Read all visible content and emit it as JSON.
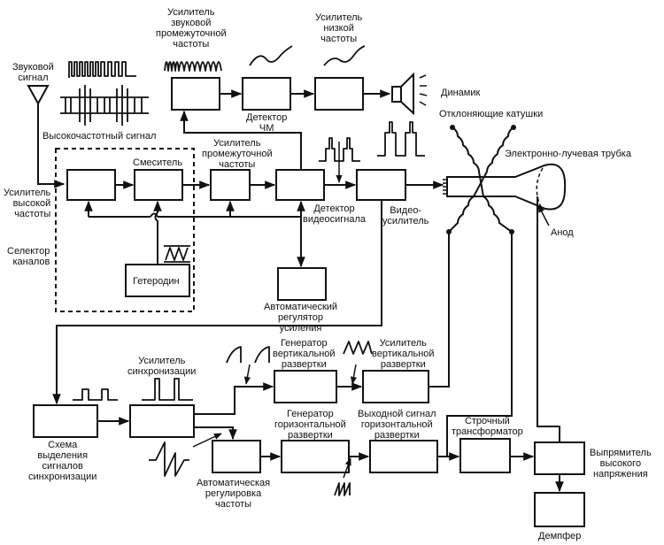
{
  "title": "Структурная схема телевизионного приёмника",
  "labels": {
    "sound_signal": [
      "Звуковой",
      "сигнал"
    ],
    "hf_signal": "Высокочастотный сигнал",
    "sound_if_amp": [
      "Усилитель",
      "звуковой",
      "промежуточной",
      "частоты"
    ],
    "fm_detector": [
      "Детектор",
      "ЧМ"
    ],
    "lf_amp": [
      "Усилитель",
      "низкой",
      "частоты"
    ],
    "speaker": "Динамик",
    "deflection_coils": "Отклоняющие катушки",
    "crt": "Электронно-лучевая трубка",
    "anode": "Анод",
    "mixer": "Смеситель",
    "if_amp": [
      "Усилитель",
      "промежуточной",
      "частоты"
    ],
    "video_detector": [
      "Детектор",
      "видеосигнала"
    ],
    "video_amp": [
      "Видео-",
      "усилитель"
    ],
    "hf_amp": [
      "Усилитель",
      "высокой",
      "частоты"
    ],
    "channel_selector": [
      "Селектор",
      "каналов"
    ],
    "local_oscillator": "Гетеродин",
    "agc": [
      "Автоматический",
      "регулятор",
      "усиления"
    ],
    "sync_amp": [
      "Усилитель",
      "синхронизации"
    ],
    "sync_separator": [
      "Схема",
      "выделения",
      "сигналов",
      "синхронизации"
    ],
    "vert_gen": [
      "Генератор",
      "вертикальной",
      "развертки"
    ],
    "vert_amp": [
      "Усилитель",
      "вертикальной",
      "развертки"
    ],
    "horiz_gen": [
      "Генератор",
      "горизонтальной",
      "развертки"
    ],
    "horiz_out": [
      "Выходной сигнал",
      "горизонтальной",
      "развертки"
    ],
    "flyback": [
      "Строчный",
      "трансформатор"
    ],
    "afc": [
      "Автоматическая",
      "регулировка",
      "частоты"
    ],
    "hv_rectifier": [
      "Выпрямитель",
      "высокого",
      "напряжения"
    ],
    "damper": "Демпфер"
  }
}
